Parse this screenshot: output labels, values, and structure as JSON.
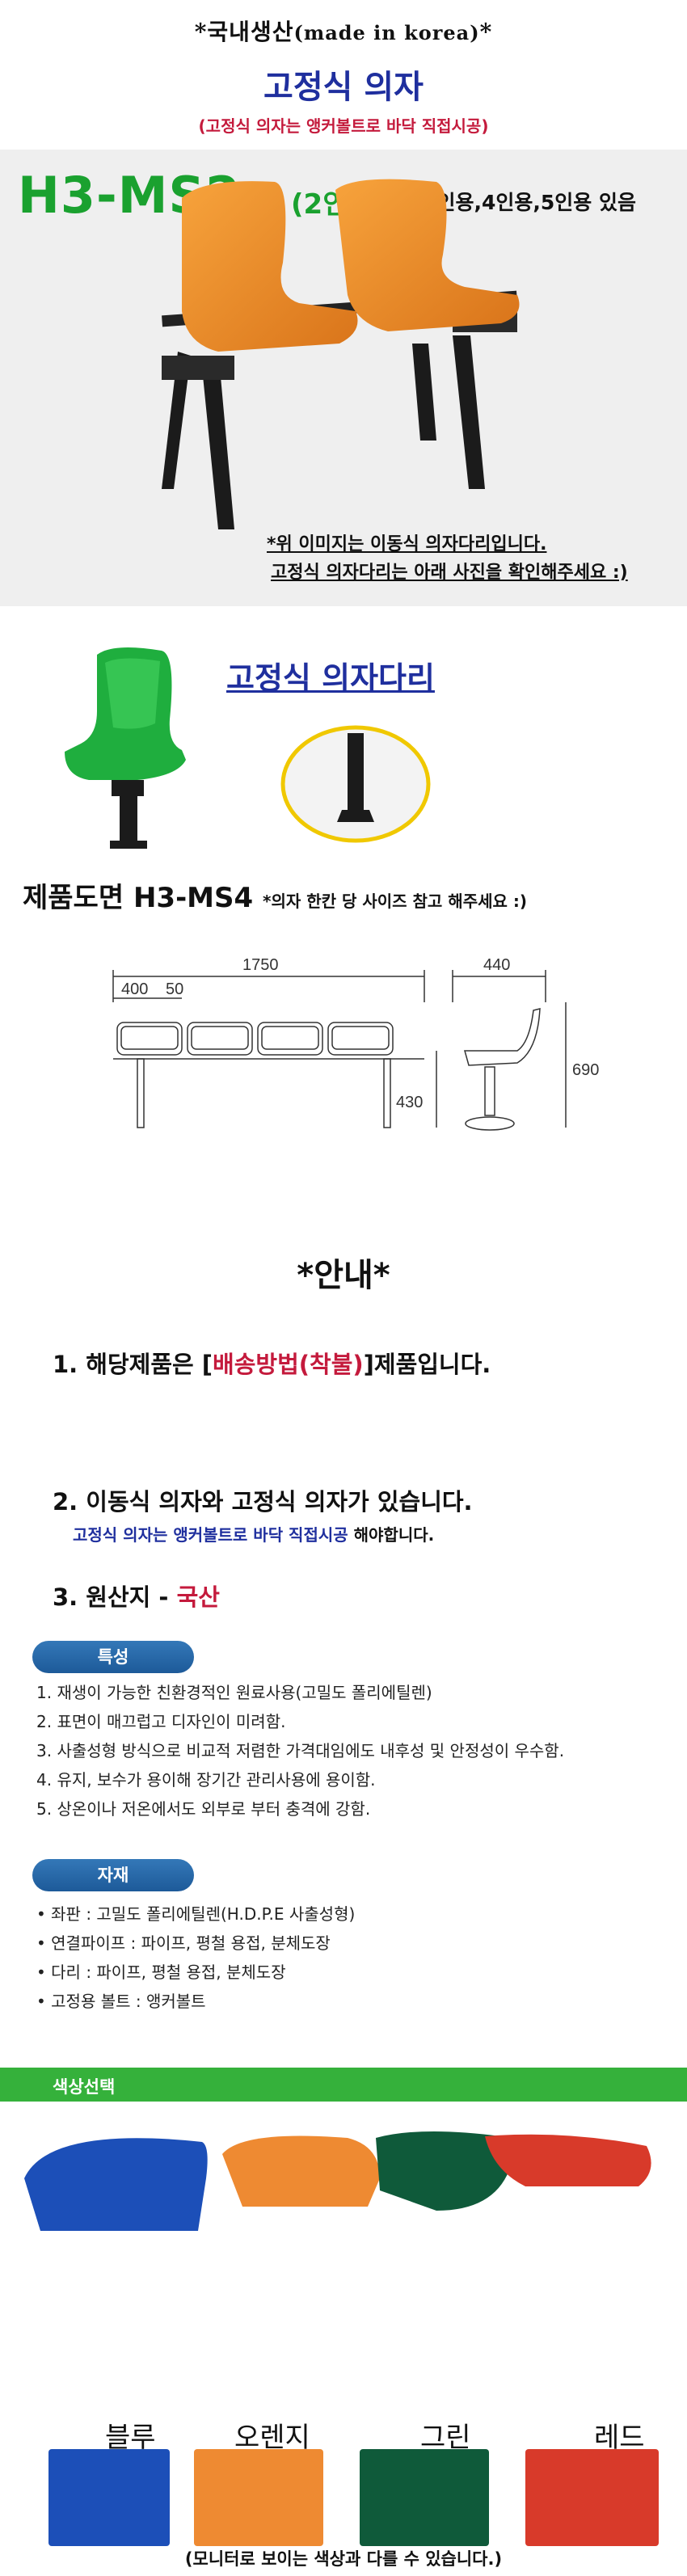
{
  "header": {
    "made_kr": "*국내생산",
    "made_en": "(made in korea)",
    "made_end": "*",
    "title": "고정식 의자",
    "subtitle": "(고정식 의자는 앵커볼트로 바닥 직접시공)"
  },
  "product": {
    "model": "H3-MS2",
    "model_sub": "(2인용)",
    "options": "*3인용,4인용,5인용 있음",
    "note_line1": "*위 이미지는 이동식 의자다리입니다.",
    "note_line2": "고정식 의자다리는 아래 사진을 확인해주세요 :)"
  },
  "legs": {
    "title": "고정식 의자다리"
  },
  "drawing": {
    "title": "제품도면 H3-MS4",
    "title_note": "*의자 한칸 당 사이즈 참고 해주세요 :)",
    "dim_total_width": "1750",
    "dim_seat_width": "400",
    "dim_gap": "50",
    "dim_depth": "440",
    "dim_height": "690",
    "dim_seat_height": "430"
  },
  "guide": {
    "title": "*안내*",
    "line1_a": "1. 해당제품은 [",
    "line1_b": "배송방법(착불)",
    "line1_c": "]제품입니다.",
    "line2": "2. 이동식 의자와 고정식 의자가 있습니다.",
    "line2_b1": "고정식 의자는 앵커볼트로 바닥 직접시공",
    "line2_b2": " 해야합니다.",
    "line3_a": "3.  원산지 - ",
    "line3_b": "국산"
  },
  "features": {
    "badge": "특성",
    "items": [
      "1. 재생이 가능한 친환경적인 원료사용(고밀도 폴리에틸렌)",
      "2. 표면이 매끄럽고 디자인이 미려함.",
      "3. 사출성형 방식으로 비교적 저렴한 가격대임에도 내후성 및 안정성이 우수함.",
      "4. 유지, 보수가 용이해 장기간 관리사용에 용이함.",
      "5. 상온이나 저온에서도 외부로 부터 충격에 강함."
    ]
  },
  "materials": {
    "badge": "자재",
    "items": [
      "좌판 : 고밀도 폴리에틸렌(H.D.P.E 사출성형)",
      "연결파이프 : 파이프, 평철 용접, 분체도장",
      "다리 : 파이프, 평철 용접, 분체도장",
      "고정용 볼트 : 앵커볼트"
    ]
  },
  "colors": {
    "label": "색상선택",
    "names": [
      "블루",
      "오렌지",
      "그린",
      "레드"
    ],
    "hex": [
      "#1c4fb8",
      "#ee8a32",
      "#0f5a3a",
      "#d83a2a"
    ],
    "disclaimer": "(모니터로 보이는 색상과 다를 수 있습니다.)"
  },
  "style": {
    "blue": "#1f2f9e",
    "red": "#c41a3c",
    "green": "#1aa12f"
  }
}
